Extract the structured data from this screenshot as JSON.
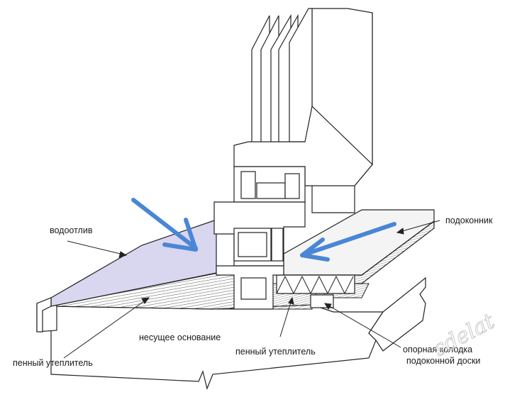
{
  "labels": {
    "drip_sill": "водоотлив",
    "window_sill": "подоконник",
    "load_base": "несущее основание",
    "foam_left": "пенный утеплитель",
    "foam_center": "пенный утеплитель",
    "support_block_line1": "опорная колодка",
    "support_block_line2": "подоконной доски"
  },
  "watermark": "sdelat",
  "colors": {
    "arrow": "#4a86d6",
    "drip_fill": "#d9d6f0",
    "line": "#222222",
    "hatch": "#555555"
  }
}
